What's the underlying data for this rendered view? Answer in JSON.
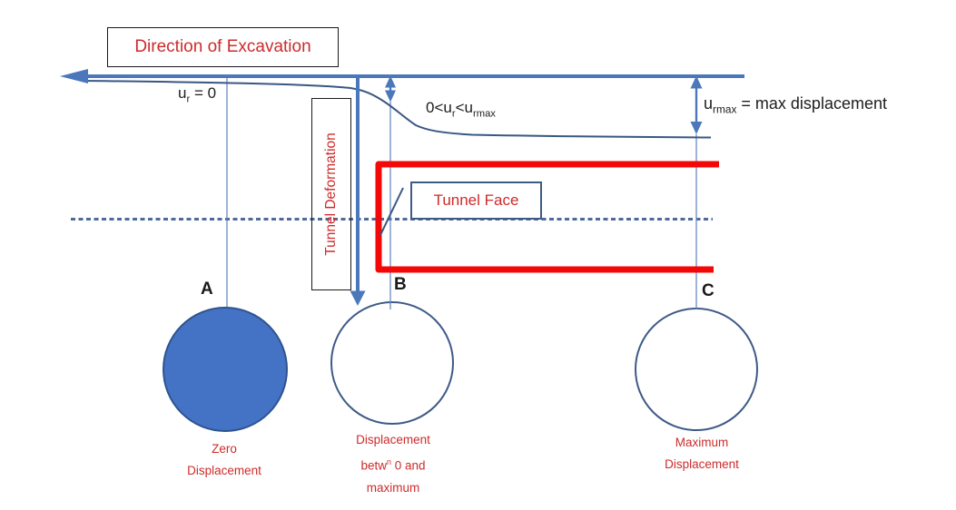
{
  "colors": {
    "line_blue": "#4B78BA",
    "curve_navy": "#3A5784",
    "dashed_blue": "#4E6A9B",
    "thin_line_blue": "#5C82BE",
    "circle_fill": "#4472C4",
    "circle_fill_stroke": "#2F538F",
    "circle_stroke": "#3E5A87",
    "tunnel_red": "#F30707",
    "label_red": "#CE2B2B",
    "border_black": "#1A1A1A",
    "text_dark": "#1D1D1D"
  },
  "header": {
    "direction_label": "Direction of Excavation"
  },
  "boxes": {
    "tunnel_deformation_label": "Tunnel Deformation",
    "tunnel_face_label": "Tunnel Face"
  },
  "annotations": {
    "ur_zero": {
      "base": "u",
      "sub": "r",
      "rest": " = 0"
    },
    "ur_between": {
      "p1": "0<u",
      "sub1": "r",
      "p2": "<u",
      "sub2": "rmax"
    },
    "ur_max": {
      "base": "u",
      "sub": "rmax",
      "rest": " = max displacement"
    }
  },
  "stations": {
    "a": {
      "letter": "A",
      "caption_line1": "Zero",
      "caption_line2": "Displacement"
    },
    "b": {
      "letter": "B",
      "caption_line1": "Displacement",
      "caption_line2_pre": "betw",
      "caption_line2_sup": "n",
      "caption_line2_post": " 0 and",
      "caption_line3": "maximum"
    },
    "c": {
      "letter": "C",
      "caption_line1": "Maximum",
      "caption_line2": "Displacement"
    }
  }
}
